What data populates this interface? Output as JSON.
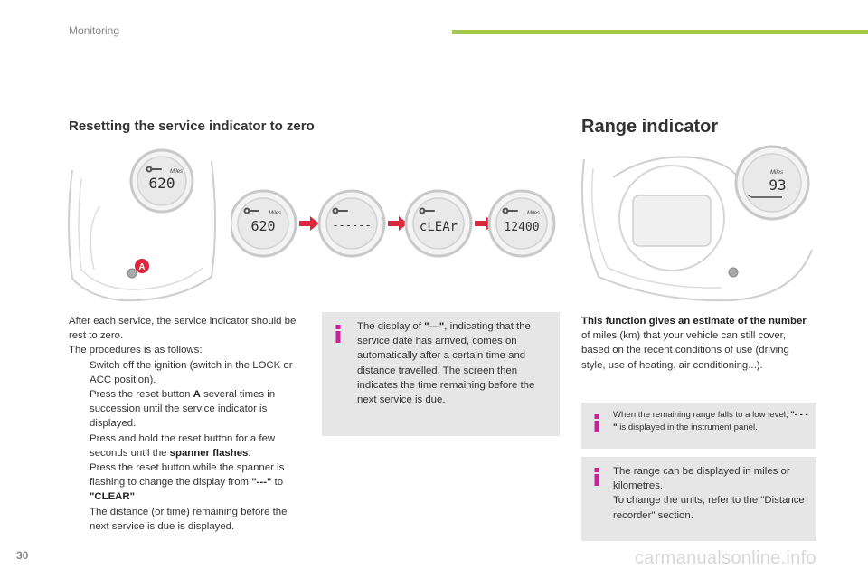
{
  "header": {
    "section": "Monitoring",
    "accent_color": "#a3c94b"
  },
  "left": {
    "heading": "Resetting the service indicator to zero",
    "dash_value": "620",
    "dash_unit": "Miles",
    "callout": "A",
    "sequence": [
      {
        "unit": "Miles",
        "display": "620"
      },
      {
        "unit": "",
        "display": "------"
      },
      {
        "unit": "",
        "display": "cLEAr"
      },
      {
        "unit": "Miles",
        "display": "12400"
      }
    ],
    "intro_1": "After each service, the service indicator should be rest to zero.",
    "intro_2": "The procedures is as follows:",
    "bullet_mark": "",
    "bullets": {
      "b1": "Switch off the ignition (switch in the LOCK or ACC position).",
      "b2_pre": "Press the reset button ",
      "b2_bold": "A",
      "b2_post": " several times in succession until the service indicator is displayed.",
      "b3_pre": "Press and hold the reset button for a few seconds until the ",
      "b3_bold": "spanner flashes",
      "b3_post": ".",
      "b4_pre": "Press the reset button while the spanner is flashing to change the display from ",
      "b4_bold1": "\"---\"",
      "b4_mid": " to ",
      "b4_bold2": "\"CLEAR\"",
      "b4_cont": "The distance (or time) remaining before the next service is due is displayed."
    },
    "info": {
      "pre": "The display of ",
      "bold": "\"---\"",
      "post": ", indicating that the service date has arrived, comes on automatically after a certain time and distance travelled. The screen then indicates the time remaining before the next service is due."
    }
  },
  "right": {
    "heading": "Range indicator",
    "dash_value": "93",
    "dash_unit": "Miles",
    "body_bold": "This function gives an estimate of the number",
    "body_rest": " of miles (km) that your vehicle can still cover, based on the recent conditions of use (driving style, use of heating, air conditioning...).",
    "info1": {
      "pre": "When the remaining range falls to a low level, ",
      "bold": "\"- - -\"",
      "post": " is displayed in the instrument panel."
    },
    "info2": {
      "line1": "The range can be displayed in miles or kilometres.",
      "line2": "To change the units, refer to the \"Distance recorder\" section."
    }
  },
  "footer": {
    "page": "30",
    "watermark": "carmanualsonline.info"
  },
  "colors": {
    "info_icon": "#c8219c",
    "arrow": "#d8283b",
    "callout": "#d8283b",
    "box": "#e6e6e6"
  }
}
